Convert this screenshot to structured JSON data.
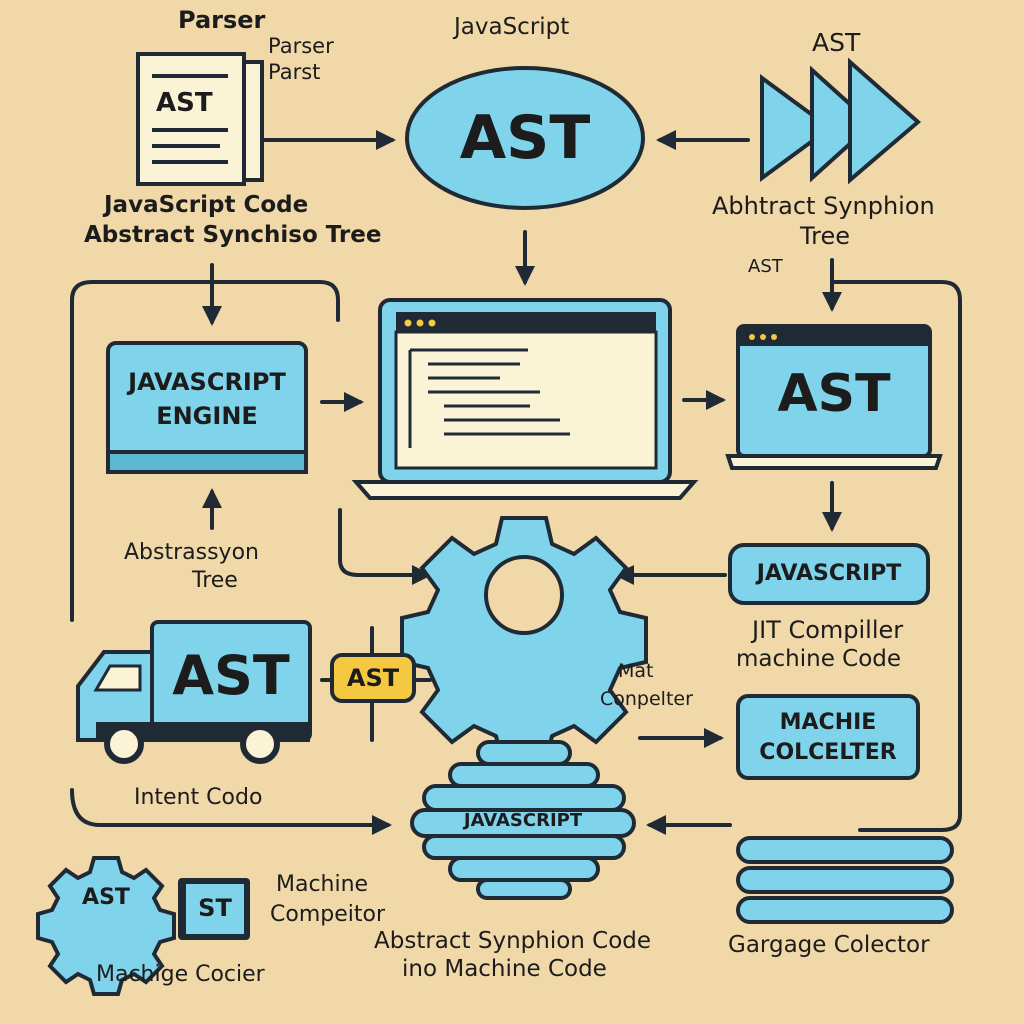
{
  "colors": {
    "background": "#f0d8a8",
    "accent": "#7fd3ea",
    "highlight": "#f5c842",
    "outline": "#1f2a35",
    "screen": "#fbf3d6"
  },
  "top": {
    "parser_title": "Parser",
    "parser_items": [
      "Parser",
      "Parst"
    ],
    "doc_label": "AST",
    "js_label": "JavaScript",
    "ast_oval": "AST",
    "ast_arrows_label": "AST",
    "left_caption": [
      "JavaScript Code",
      "Abstract Synchiso Tree"
    ],
    "right_caption": [
      "Abhtract Synphion",
      "Tree"
    ]
  },
  "middle": {
    "engine_box": [
      "JAVASCRIPT",
      "ENGINE"
    ],
    "mini_label": "AST",
    "right_screen": "AST",
    "left_caption": [
      "Abstrassyon",
      "Tree"
    ]
  },
  "lower": {
    "js_pill": "JAVASCRIPT",
    "jit_caption": [
      "JIT Compiller",
      "machine Code"
    ],
    "truck_label": "AST",
    "badge": "AST",
    "machine_box": [
      "MACHIE",
      "COLCELTER"
    ],
    "ma_caption": [
      "Mat",
      "Conpelter"
    ],
    "intent": "Intent Codo",
    "stack_label": "JAVASCRIPT"
  },
  "bottom": {
    "gear_label": "AST",
    "square_label": "ST",
    "machine_compiler": [
      "Machine",
      "Compeitor"
    ],
    "machige": "Machige Cocier",
    "center_caption": [
      "Abstract Synphion Code",
      "ino Machine Code"
    ],
    "garbage": "Gargage Colector"
  }
}
